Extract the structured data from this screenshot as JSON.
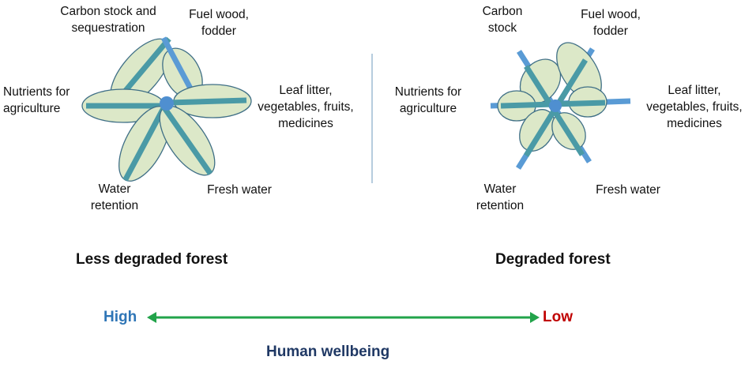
{
  "colors": {
    "petal_fill": "#dce8c8",
    "petal_stroke": "#3f6f86",
    "stem": "#5a9bd5",
    "stem_inside": "#4a9aa6",
    "center": "#4f8fd0",
    "divider": "#9dbcd4",
    "arrow": "#22a34a",
    "high": "#2e75b6",
    "low": "#c00000",
    "axis_title": "#1f3864"
  },
  "left_diagram": {
    "title": "Less degraded forest",
    "labels": {
      "carbon": [
        "Carbon stock and",
        "sequestration"
      ],
      "fuel": [
        "Fuel wood,",
        "fodder"
      ],
      "nutrients": [
        "Nutrients for",
        "agriculture"
      ],
      "leaf": [
        "Leaf litter,",
        "vegetables, fruits,",
        "medicines"
      ],
      "water_retention": [
        "Water",
        "retention"
      ],
      "fresh_water": [
        "Fresh water"
      ]
    }
  },
  "right_diagram": {
    "title": "Degraded forest",
    "labels": {
      "carbon": [
        "Carbon",
        "stock"
      ],
      "fuel": [
        "Fuel wood,",
        "fodder"
      ],
      "nutrients": [
        "Nutrients for",
        "agriculture"
      ],
      "leaf": [
        "Leaf litter,",
        "vegetables, fruits,",
        "medicines"
      ],
      "water_retention": [
        "Water",
        "retention"
      ],
      "fresh_water": [
        "Fresh water"
      ]
    }
  },
  "scale": {
    "high_label": "High",
    "low_label": "Low",
    "title": "Human wellbeing"
  }
}
